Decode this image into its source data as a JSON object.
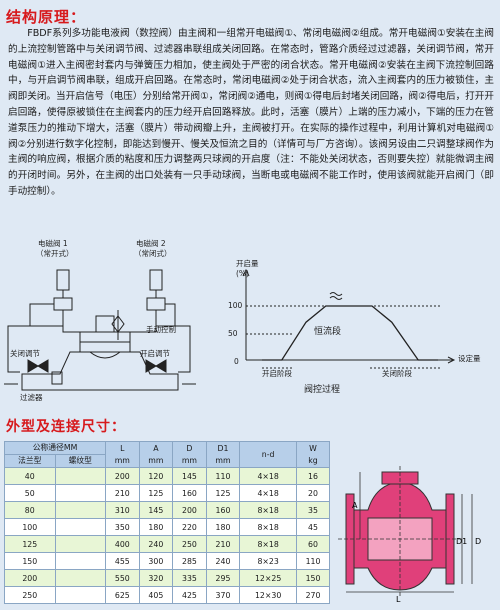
{
  "section1": {
    "title": "结构原理：",
    "paragraph": "FBDF系列多功能电液阀（数控阀）由主阀和一组常开电磁阀①、常闭电磁阀②组成。常开电磁阀①安装在主阀的上流控制管路中与关闭调节阀、过滤器串联组成关闭回路。在常态时，管路介质经过过滤器，关闭调节阀，常开电磁阀①进入主阀密封套内与弹簧压力相加，使主阀处于严密的闭合状态。常开电磁阀②安装在主阀下流控制回路中，与开启调节阀串联，组成开启回路。在常态时，常闭电磁阀②处于闭合状态，流入主阀套内的压力被锁住，主阀即关闭。当开启信号（电压）分别给常开阀①，常闭阀②通电，则阀①得电后封堵关闭回路，阀②得电后，打开开启回路，使得原被锁住在主阀套内的压力经开启回路释放。此时，活塞（膜片）上端的压力减小，下端的压力在管道泵压力的推动下增大，活塞（膜片）带动阀瓣上升，主阀被打开。在实际的操作过程中，利用计算机对电磁阀①阀②分别进行数字化控制，即能达到慢开、慢关及恒流之目的（详情可与厂方咨询）。该阀另设由二只调整球阀作为主阀的响应阀，根据介质的粘度和压力调整两只球阀的开启度（注：不能处关闭状态，否则要失控）就能微调主阀的开闭时间。另外，在主阀的出口处装有一只手动球阀，当断电或电磁阀不能工作时，使用该阀就能开启阀门（即手动控制）。"
  },
  "schematic": {
    "valve1_line1": "电磁阀 1",
    "valve1_line2": "（常开式）",
    "valve2_line1": "电磁阀 2",
    "valve2_line2": "（常闭式）",
    "manual_control": "手动控制",
    "close_adjust": "关闭调节",
    "open_adjust": "开启调节",
    "filter": "过滤器"
  },
  "process_chart": {
    "y_label": "开启量",
    "y_unit": "(%)",
    "x_label": "设定量",
    "tick_100": "100",
    "tick_50": "50",
    "tick_0": "0",
    "mid_label": "恒流段",
    "phase_open": "开启阶段",
    "phase_close": "关闭阶段",
    "caption": "阀控过程",
    "points": [
      [
        0,
        0
      ],
      [
        18,
        0
      ],
      [
        40,
        70
      ],
      [
        58,
        100
      ],
      [
        100,
        100
      ],
      [
        118,
        70
      ],
      [
        142,
        0
      ],
      [
        160,
        0
      ]
    ]
  },
  "section2": {
    "title": "外型及连接尺寸："
  },
  "dimension_table": {
    "h_nominal": "公称通径MM",
    "h_cls_label": "L",
    "h_A": "A",
    "h_D": "D",
    "h_D1": "D1",
    "h_holes": "n-d",
    "h_W": "W",
    "sub_flange": "法兰型",
    "sub_thread": "螺纹型",
    "unit_mm_1": "mm",
    "unit_mm_2": "mm",
    "unit_mm_3": "mm",
    "unit_mm_4": "mm",
    "unit_kg": "kg",
    "rows": [
      {
        "dn": "40",
        "l": "200",
        "a": "120",
        "d": "145",
        "d1": "110",
        "nd": "4×18",
        "w": "16"
      },
      {
        "dn": "50",
        "l": "210",
        "a": "125",
        "d": "160",
        "d1": "125",
        "nd": "4×18",
        "w": "20"
      },
      {
        "dn": "80",
        "l": "310",
        "a": "145",
        "d": "200",
        "d1": "160",
        "nd": "8×18",
        "w": "35"
      },
      {
        "dn": "100",
        "l": "350",
        "a": "180",
        "d": "220",
        "d1": "180",
        "nd": "8×18",
        "w": "45"
      },
      {
        "dn": "125",
        "l": "400",
        "a": "240",
        "d": "250",
        "d1": "210",
        "nd": "8×18",
        "w": "60"
      },
      {
        "dn": "150",
        "l": "455",
        "a": "300",
        "d": "285",
        "d1": "240",
        "nd": "8×23",
        "w": "110"
      },
      {
        "dn": "200",
        "l": "550",
        "a": "320",
        "d": "335",
        "d1": "295",
        "nd": "12×25",
        "w": "150"
      },
      {
        "dn": "250",
        "l": "625",
        "a": "405",
        "d": "425",
        "d1": "370",
        "nd": "12×30",
        "w": "270"
      }
    ]
  },
  "flange_drawing": {
    "label_A": "A",
    "label_D1": "D1",
    "label_D": "D",
    "label_L": "L"
  },
  "colors": {
    "title_red": "#d7191c",
    "background": "#dfe9f4",
    "table_header": "#b7cfe9",
    "table_row_alt": "#e8f6d6",
    "valve_body": "#e0407a"
  }
}
